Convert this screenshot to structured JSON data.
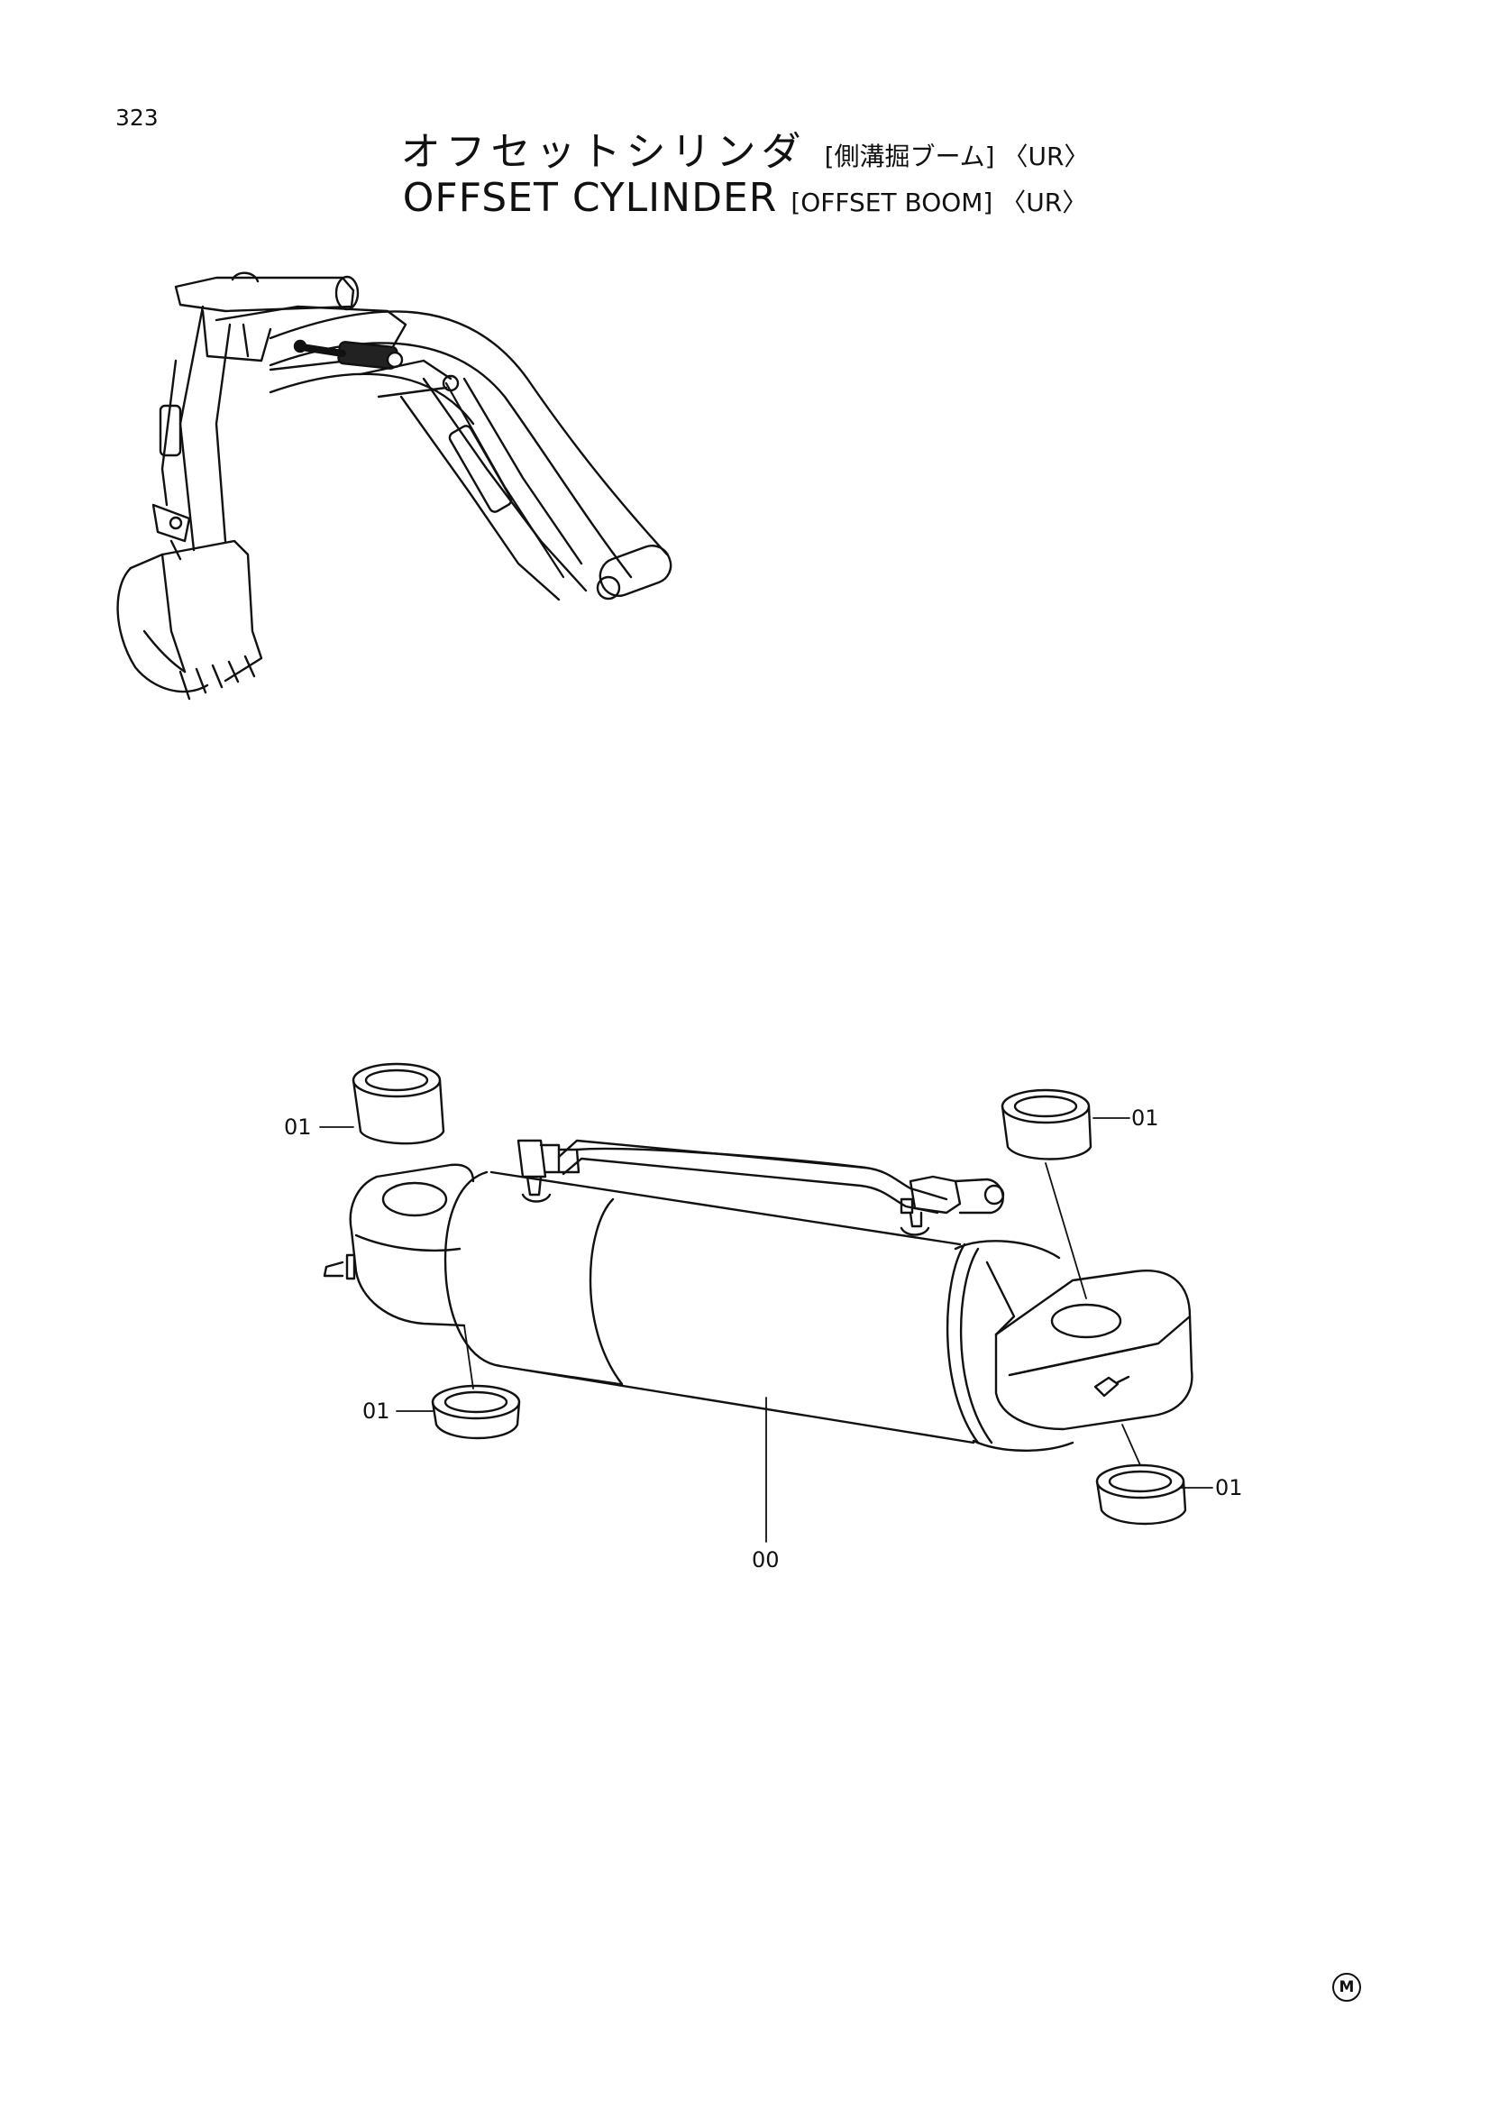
{
  "page": {
    "number": "323",
    "title_jp": "オフセットシリンダ",
    "title_jp_sub": "[側溝掘ブーム] 〈UR〉",
    "title_en": "OFFSET CYLINDER",
    "title_en_sub": "[OFFSET BOOM] 〈UR〉"
  },
  "callouts": {
    "bushing_top_left": "01",
    "bushing_top_right": "01",
    "bushing_bottom_left": "01",
    "bushing_bottom_right": "01",
    "cylinder_assembly": "00"
  },
  "footer": {
    "mark": "M"
  }
}
